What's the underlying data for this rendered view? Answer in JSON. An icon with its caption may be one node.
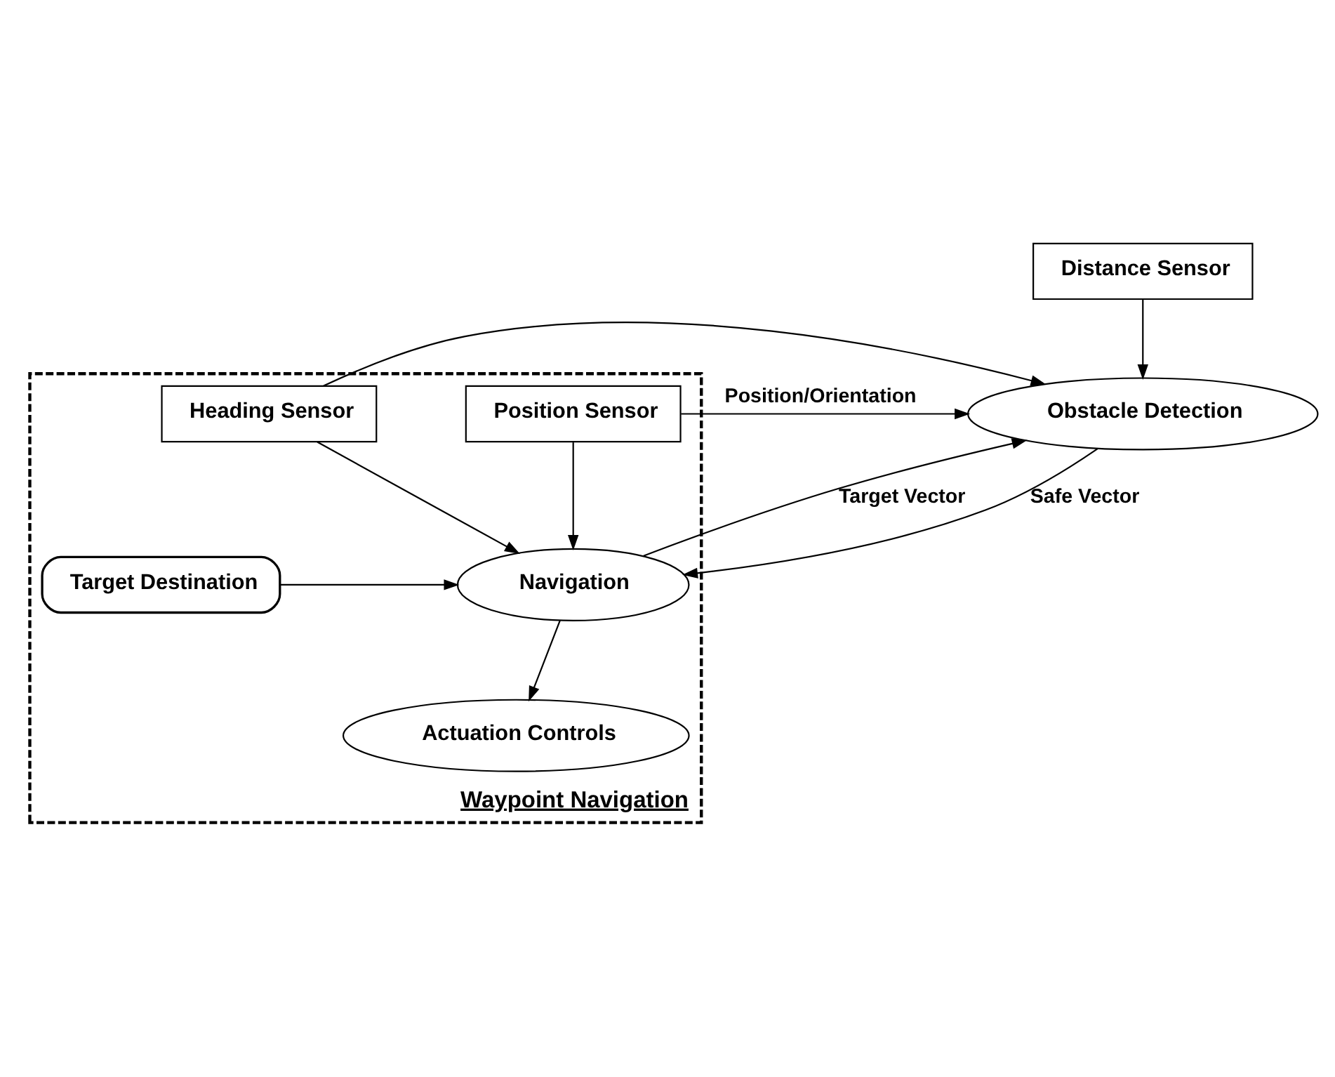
{
  "diagram": {
    "nodes": [
      {
        "text": [
          "Waypoint Navigation"
        ]
      },
      {
        "text": [
          "Distance Sensor"
        ]
      },
      {
        "text": [
          "Position Sensor"
        ],
        "in": 0
      },
      {
        "text": [
          "Heading Sensor"
        ],
        "in": 0
      },
      {
        "text": [
          "Obstacle Detection"
        ]
      },
      {
        "text": [
          "Navigation"
        ],
        "in": 0
      },
      {
        "text": [
          "Target Destination"
        ],
        "in": 0
      },
      {
        "text": [
          "Actuation Controls"
        ],
        "in": 0
      }
    ],
    "edges": [
      {
        "from": 1,
        "to": 4,
        "arrow": "to"
      },
      {
        "from": 2,
        "to": 5,
        "arrow": "to"
      },
      {
        "from": 3,
        "to": 5,
        "arrow": "to"
      },
      {
        "from": 2,
        "to": 4,
        "arrow": "to",
        "label": "Position/Orientation"
      },
      {
        "from": 3,
        "to": 4,
        "arrow": "to"
      },
      {
        "from": 5,
        "to": 4,
        "arrow": "to",
        "label": "Target Vector"
      },
      {
        "from": 4,
        "to": 5,
        "arrow": "to",
        "label": "Safe Vector"
      },
      {
        "from": 6,
        "to": 5,
        "arrow": "to"
      },
      {
        "from": 5,
        "to": 7,
        "arrow": "to"
      }
    ]
  }
}
